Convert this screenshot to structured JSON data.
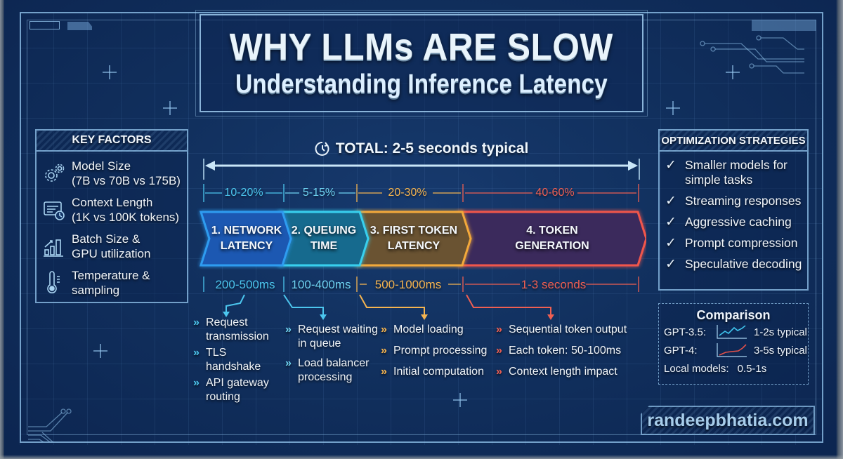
{
  "header": {
    "title": "WHY LLMs ARE SLOW",
    "subtitle": "Understanding Inference Latency"
  },
  "total": {
    "icon": "clock-icon",
    "label": "TOTAL: 2-5 seconds typical"
  },
  "key_factors": {
    "heading": "KEY FACTORS",
    "items": [
      {
        "icon": "gears-icon",
        "line1": "Model Size",
        "line2": "(7B vs 70B vs 175B)"
      },
      {
        "icon": "document-clock-icon",
        "line1": "Context Length",
        "line2": "(1K vs 100K tokens)"
      },
      {
        "icon": "bar-chart-icon",
        "line1": "Batch Size &",
        "line2": "GPU utilization"
      },
      {
        "icon": "thermometer-icon",
        "line1": "Temperature &",
        "line2": "sampling"
      }
    ]
  },
  "stages": [
    {
      "label_line1": "1. NETWORK",
      "label_line2": "LATENCY",
      "share": "10-20%",
      "duration": "200-500ms",
      "color": "#2f9cf0",
      "bullets": [
        "Request transmission",
        "TLS handshake",
        "API gateway routing"
      ]
    },
    {
      "label_line1": "2. QUEUING",
      "label_line2": "TIME",
      "share": "5-15%",
      "duration": "100-400ms",
      "color": "#39d0ee",
      "bullets": [
        "Request waiting in queue",
        "Load balancer processing"
      ]
    },
    {
      "label_line1": "3. FIRST TOKEN",
      "label_line2": "LATENCY",
      "share": "20-30%",
      "duration": "500-1000ms",
      "color": "#f3a93a",
      "bullets": [
        "Model loading",
        "Prompt processing",
        "Initial computation"
      ]
    },
    {
      "label_line1": "4. TOKEN",
      "label_line2": "GENERATION",
      "share": "40-60%",
      "duration": "1-3 seconds",
      "color": "#f0574c",
      "bullets": [
        "Sequential token output",
        "Each token: 50-100ms",
        "Context length impact"
      ]
    }
  ],
  "optimization": {
    "heading": "OPTIMIZATION STRATEGIES",
    "items": [
      "Smaller models for simple tasks",
      "Streaming responses",
      "Aggressive caching",
      "Prompt compression",
      "Speculative decoding"
    ]
  },
  "comparison": {
    "heading": "Comparison",
    "rows": [
      {
        "model": "GPT-3.5:",
        "value": "1-2s typical",
        "line_color": "#3fc4ec"
      },
      {
        "model": "GPT-4:",
        "value": "3-5s typical",
        "line_color": "#e2504a"
      },
      {
        "model": "Local models:",
        "value": "0.5-1s"
      }
    ]
  },
  "footer": {
    "site": "randeepbhatia.com"
  },
  "chart_data": {
    "type": "bar",
    "title": "LLM inference latency breakdown (share of total 2-5 s)",
    "categories": [
      "Network Latency",
      "Queuing Time",
      "First Token Latency",
      "Token Generation"
    ],
    "series": [
      {
        "name": "share_min_pct",
        "values": [
          10,
          5,
          20,
          40
        ]
      },
      {
        "name": "share_max_pct",
        "values": [
          20,
          15,
          30,
          60
        ]
      }
    ],
    "durations": [
      "200-500ms",
      "100-400ms",
      "500-1000ms",
      "1-3 seconds"
    ]
  }
}
